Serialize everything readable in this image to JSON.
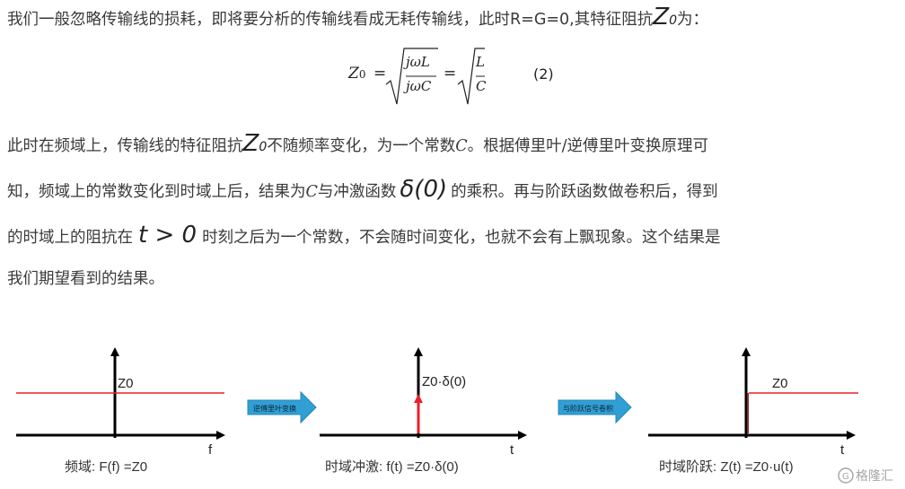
{
  "text": {
    "p1": "我们一般忽略传输线的损耗，即将要分析的传输线看成无耗传输线，此时R=G=0,其特征阻抗",
    "p1_sym": "Z",
    "p1_sub": "0",
    "p1_end": "为：",
    "p2_a": "此时在频域上，传输线的特征阻抗",
    "p2_sym": "Z",
    "p2_sub": "0",
    "p2_b": "不随频率变化，为一个常数",
    "p2_c": "C",
    "p2_d": "。根据傅里叶/逆傅里叶变换原理可",
    "p3_a": "知，频域上的常数变化到时域上后，结果为",
    "p3_c": "C",
    "p3_b": "与冲激函数",
    "p3_sym": "δ(0)",
    "p3_d": "的乘积。再与阶跃函数做卷积后，得到",
    "p4_a": "的时域上的阻抗在",
    "p4_sym": "t > 0",
    "p4_b": "时刻之后为一个常数，不会随时间变化，也就不会有上飘现象。这个结果是",
    "p5": "我们期望看到的结果。"
  },
  "formula": {
    "lhs": "Z",
    "lhs_sub": "0",
    "eq": "=",
    "num1": "jωL",
    "den1": "jωC",
    "num2": "L",
    "den2": "C",
    "number": "(2)"
  },
  "diagram": {
    "plot1": {
      "ylabel": "Z0",
      "xlabel": "f",
      "caption": "频域: F(f) =Z0"
    },
    "plot2": {
      "ylabel": "Z0·δ(0)",
      "xlabel": "t",
      "caption": "时域冲激: f(t) =Z0·δ(0)"
    },
    "plot3": {
      "ylabel": "Z0",
      "xlabel": "t",
      "caption": "时域阶跃: Z(t) =Z0·u(t)"
    },
    "arrow1_label": "逆傅里叶变换",
    "arrow2_label": "与阶跃信号卷积",
    "watermark": "格隆汇"
  },
  "colors": {
    "signal": "#e8202a",
    "axis": "#000000",
    "arrow_fill": "#2f9fd4",
    "text": "#3a3a3a"
  }
}
